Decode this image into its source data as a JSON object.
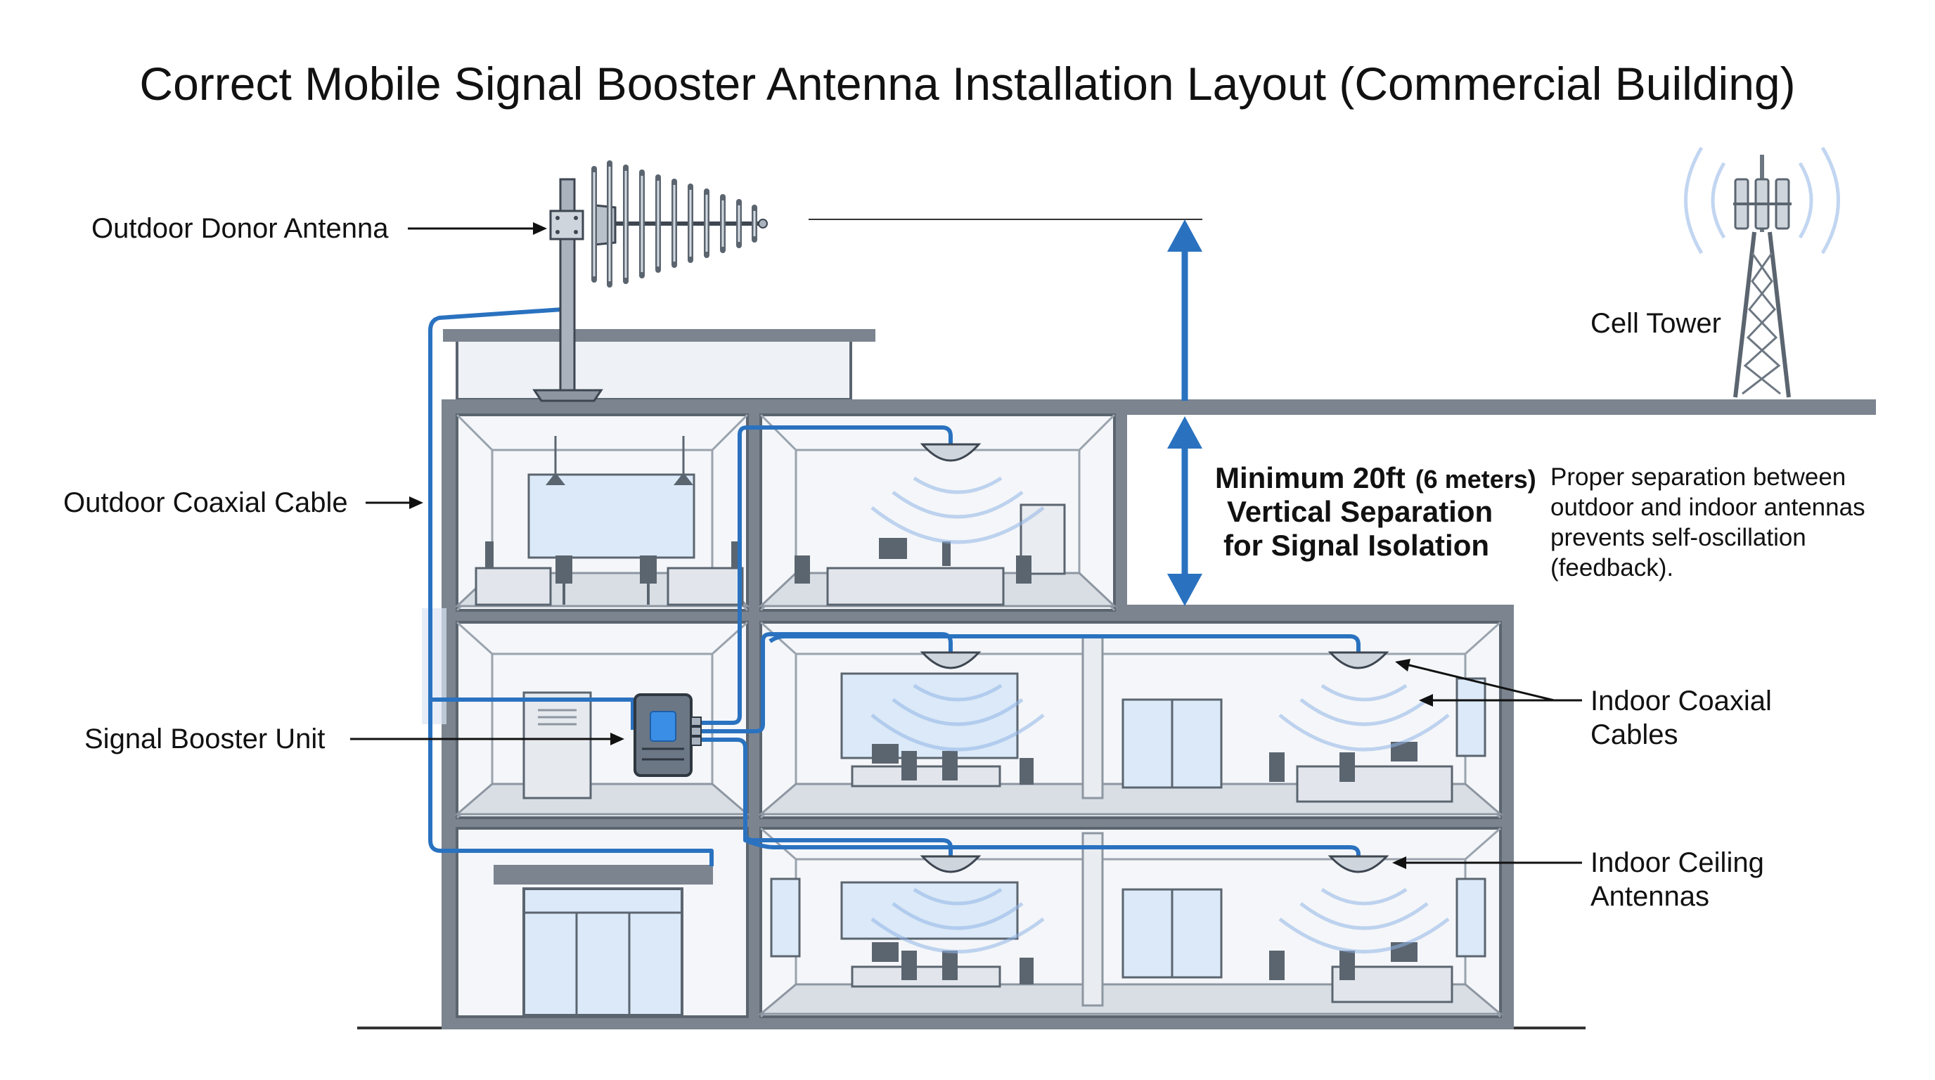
{
  "title": "Correct Mobile Signal Booster Antenna Installation Layout (Commercial Building)",
  "labels": {
    "outdoor_donor_antenna": "Outdoor Donor Antenna",
    "outdoor_coaxial_cable": "Outdoor Coaxial Cable",
    "signal_booster_unit": "Signal Booster Unit",
    "cell_tower": "Cell Tower",
    "indoor_coaxial_cables_line1": "Indoor Coaxial",
    "indoor_coaxial_cables_line2": "Cables",
    "indoor_ceiling_antennas_line1": "Indoor Ceiling",
    "indoor_ceiling_antennas_line2": "Antennas"
  },
  "separation": {
    "main": "Minimum 20ft",
    "metric": "(6 meters)",
    "line2": "Vertical Separation",
    "line3": "for Signal Isolation"
  },
  "note": {
    "line1": "Proper separation between",
    "line2": "outdoor and indoor antennas",
    "line3": "prevents self-oscillation",
    "line4": "(feedback)."
  },
  "colors": {
    "coax": "#2a72c0",
    "wall": "#7b848f",
    "wave": "#8fb4e6"
  }
}
